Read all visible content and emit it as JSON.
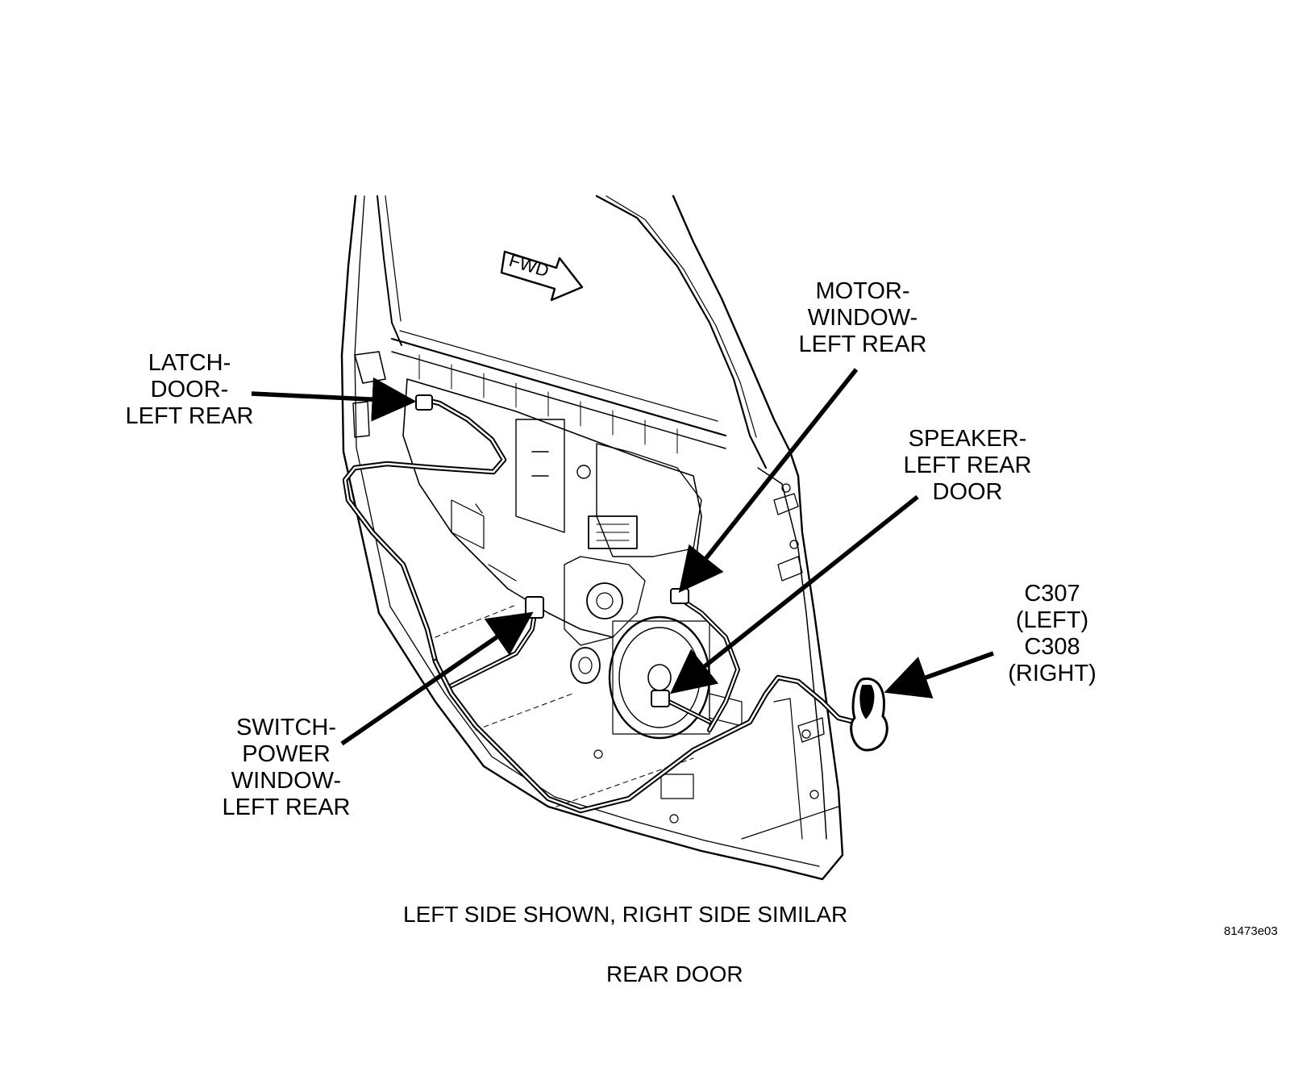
{
  "diagram": {
    "arrow_label": "FWD",
    "callouts": {
      "latch": [
        "LATCH-",
        "DOOR-",
        "LEFT REAR"
      ],
      "motor": [
        "MOTOR-",
        "WINDOW-",
        "LEFT REAR"
      ],
      "speaker": [
        "SPEAKER-",
        "LEFT REAR",
        "DOOR"
      ],
      "connector": [
        "C307",
        "(LEFT)",
        "C308",
        "(RIGHT)"
      ],
      "switch": [
        "SWITCH-",
        "POWER",
        "WINDOW-",
        "LEFT REAR"
      ]
    },
    "caption": "LEFT SIDE SHOWN, RIGHT SIDE SIMILAR",
    "title": "REAR DOOR",
    "figure_id": "81473e03"
  }
}
